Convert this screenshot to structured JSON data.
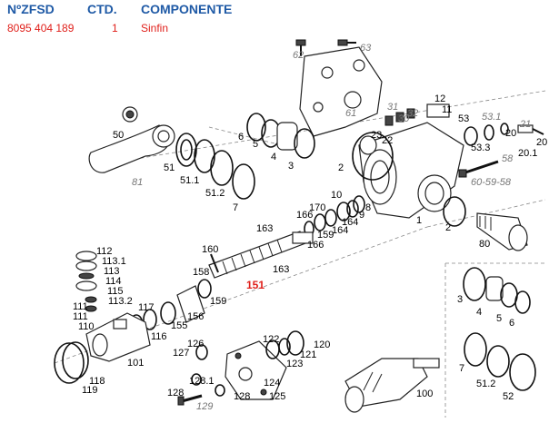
{
  "header": {
    "col_code": "NºZFSD",
    "col_qty": "CTD.",
    "col_component": "COMPONENTE"
  },
  "row": {
    "code": "8095 404 189",
    "qty": "1",
    "component": "Sinfin"
  },
  "labels": {
    "n62": "62",
    "n63": "63",
    "n61": "61",
    "n12": "12",
    "n11": "11",
    "n31": "31",
    "n30": "30",
    "n32": "32",
    "n53": "53",
    "n531": "53.1",
    "n21": "21",
    "n20": "20",
    "n201": "20.1",
    "n23": "23",
    "n22": "22",
    "n533": "53.3",
    "n58": "58",
    "n605958": "60-59-58",
    "n50": "50",
    "n81": "81",
    "n6a": "6",
    "n5a": "5",
    "n4a": "4",
    "n3a": "3",
    "n51a": "51",
    "n511a": "51.1",
    "n512a": "51.2",
    "n7a": "7",
    "n2a": "2",
    "n1": "1",
    "n2b": "2",
    "n80": "80",
    "n10": "10",
    "n170": "170",
    "n166a": "166",
    "n9": "9",
    "n8": "8",
    "n164a": "164",
    "n164b": "164",
    "n159a": "159",
    "n166b": "166",
    "n163a": "163",
    "n163b": "163",
    "n160": "160",
    "n158": "158",
    "n159b": "159",
    "n151": "151",
    "n112": "112",
    "n1131": "113.1",
    "n113": "113",
    "n114": "114",
    "n115": "115",
    "n1132": "113.2",
    "n111a": "111",
    "n111b": "111",
    "n110": "110",
    "n117": "117",
    "n116": "116",
    "n155": "155",
    "n156": "156",
    "n101": "101",
    "n118": "118",
    "n119": "119",
    "n126": "126",
    "n127": "127",
    "n1281": "128.1",
    "n128a": "128",
    "n128b": "128",
    "n129": "129",
    "n122": "122",
    "n120": "120",
    "n121": "121",
    "n123": "123",
    "n124": "124",
    "n125": "125",
    "n100": "100",
    "n3b": "3",
    "n4b": "4",
    "n5b": "5",
    "n6b": "6",
    "n7b": "7",
    "n512b": "51.2",
    "n52": "52"
  }
}
